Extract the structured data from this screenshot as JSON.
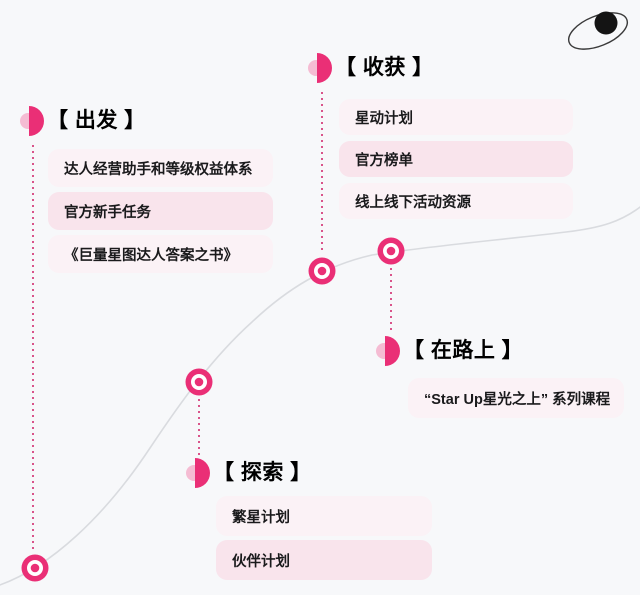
{
  "colors": {
    "accent": "#ea2f76",
    "accent-soft": "#f5bcd3",
    "dotline": "#d9548a",
    "curve": "#d9dbdf",
    "bar-light": "#fbf2f6",
    "bar-medium": "#f9e4ec",
    "ink": "#1a1a1c",
    "bg": "#f7f8fa",
    "planet": "#141414"
  },
  "decor": {
    "planet_icon": "planet-with-orbit-ring",
    "milestone_icon": "bullseye-target",
    "path_style": "light-gray S-curve with pink dotted connectors"
  },
  "sections": [
    {
      "id": "depart",
      "title": "【 出发 】",
      "items": [
        {
          "label": "达人经营助手和等级权益体系",
          "tone": "light"
        },
        {
          "label": "官方新手任务",
          "tone": "medium"
        },
        {
          "label": "《巨量星图达人答案之书》",
          "tone": "light"
        }
      ]
    },
    {
      "id": "harvest",
      "title": "【 收获 】",
      "items": [
        {
          "label": "星动计划",
          "tone": "light"
        },
        {
          "label": "官方榜单",
          "tone": "medium"
        },
        {
          "label": "线上线下活动资源",
          "tone": "light"
        }
      ]
    },
    {
      "id": "ontheway",
      "title": "【 在路上 】",
      "items": [
        {
          "label": "“Star Up星光之上” 系列课程",
          "tone": "light"
        }
      ]
    },
    {
      "id": "explore",
      "title": "【 探索 】",
      "items": [
        {
          "label": "繁星计划",
          "tone": "light"
        },
        {
          "label": "伙伴计划",
          "tone": "medium"
        }
      ]
    }
  ]
}
